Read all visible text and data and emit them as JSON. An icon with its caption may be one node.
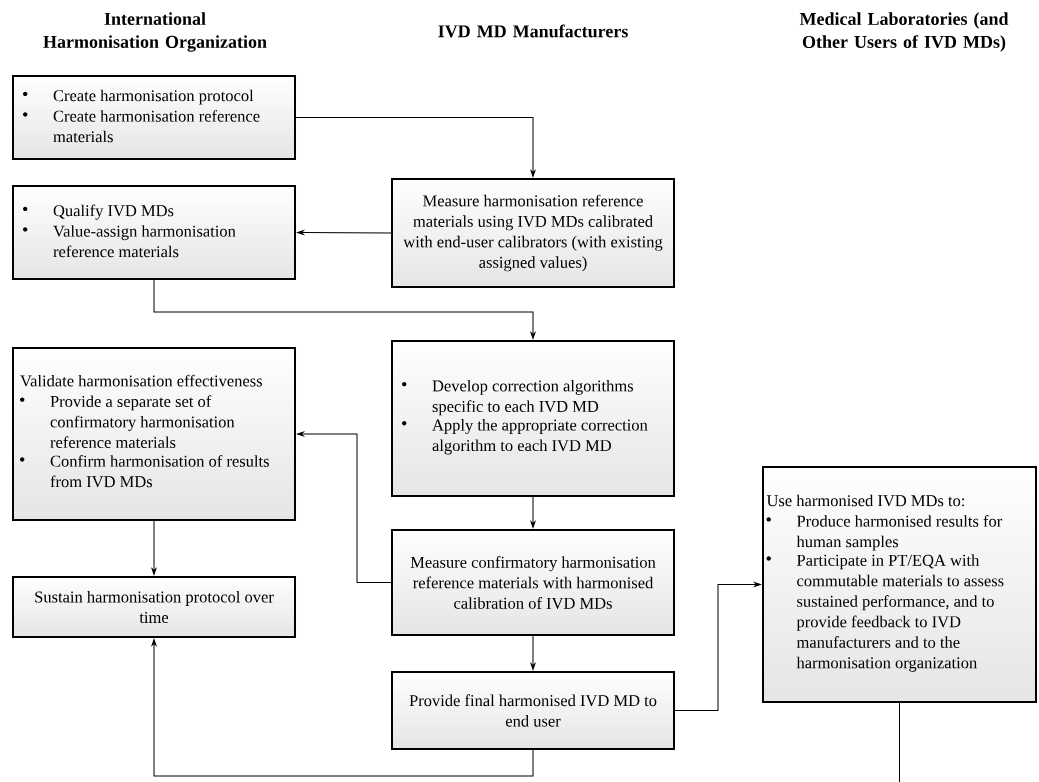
{
  "diagram": {
    "nodes": [
      {
        "text": [
          "Create harmonisation protocol",
          "Create harmonisation reference materials"
        ]
      },
      {
        "text": [
          "Qualify IVD MDs",
          "Value-assign harmonisation reference materials"
        ]
      },
      {
        "text": [
          "Measure harmonisation reference materials using IVD MDs calibrated with end-user calibrators (with existing assigned values)"
        ]
      },
      {
        "text": [
          "Validate harmonisation effectiveness",
          "Provide a separate set of confirmatory harmonisation reference materials",
          "Confirm harmonisation of results from IVD MDs"
        ]
      },
      {
        "text": [
          "Develop correction algorithms specific to each IVD MD",
          "Apply the appropriate correction algorithm to each IVD MD"
        ]
      },
      {
        "text": [
          "Use harmonised IVD MDs to:",
          "Produce harmonised results for human samples",
          "Participate in PT/EQA with commutable materials to assess sustained performance, and to provide feedback to IVD manufacturers and to the harmonisation organization"
        ]
      },
      {
        "text": [
          "Sustain harmonisation protocol over time"
        ]
      },
      {
        "text": [
          "Measure confirmatory harmonisation reference materials with harmonised calibration of IVD MDs"
        ]
      },
      {
        "text": [
          "Provide final harmonised IVD MD to end user"
        ]
      }
    ],
    "edges": [
      {
        "from": 0,
        "to": 2,
        "arrow": "to"
      },
      {
        "from": 2,
        "to": 1,
        "arrow": "to"
      },
      {
        "from": 1,
        "to": 4,
        "arrow": "to"
      },
      {
        "from": 4,
        "to": 7,
        "arrow": "to"
      },
      {
        "from": 7,
        "to": 3,
        "arrow": "to"
      },
      {
        "from": 3,
        "to": 6,
        "arrow": "to"
      },
      {
        "from": 7,
        "to": 8,
        "arrow": "to"
      },
      {
        "from": 8,
        "to": 5,
        "arrow": "to"
      },
      {
        "from": 8,
        "to": 6,
        "arrow": "to"
      },
      {
        "from": 5,
        "to": null,
        "arrow": "none"
      }
    ],
    "labels": [
      "International Harmonisation Organization",
      "IVD MD Manufacturers",
      "Medical Laboratories (and Other Users of IVD MDs)"
    ]
  }
}
